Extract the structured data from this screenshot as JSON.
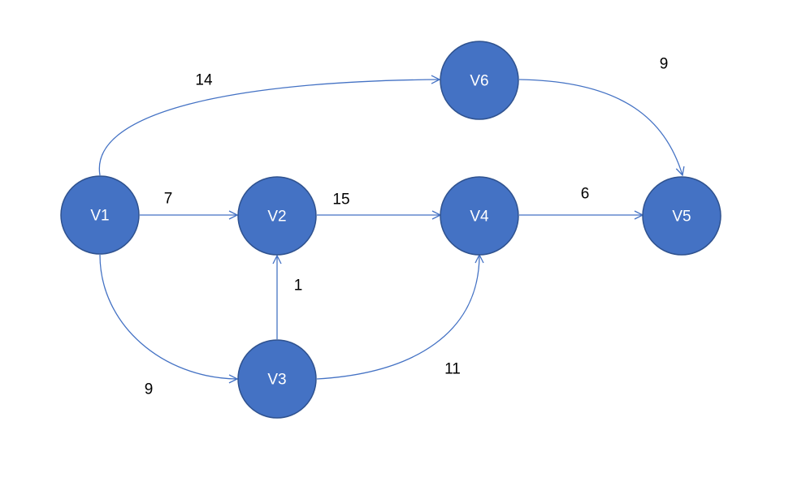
{
  "nodes": [
    {
      "id": "v1",
      "label": "V1",
      "color": "#4472C4"
    },
    {
      "id": "v2",
      "label": "V2",
      "color": "#4472C4"
    },
    {
      "id": "v3",
      "label": "V3",
      "color": "#4472C4"
    },
    {
      "id": "v4",
      "label": "V4",
      "color": "#4472C4"
    },
    {
      "id": "v5",
      "label": "V5",
      "color": "#4472C4"
    },
    {
      "id": "v6",
      "label": "V6",
      "color": "#4472C4"
    }
  ],
  "edges": [
    {
      "id": "v1-v6",
      "from": "V1",
      "to": "V6",
      "weight": "14"
    },
    {
      "id": "v1-v2",
      "from": "V1",
      "to": "V2",
      "weight": "7"
    },
    {
      "id": "v1-v3",
      "from": "V1",
      "to": "V3",
      "weight": "9"
    },
    {
      "id": "v2-v4",
      "from": "V2",
      "to": "V4",
      "weight": "15"
    },
    {
      "id": "v3-v2",
      "from": "V3",
      "to": "V2",
      "weight": "1"
    },
    {
      "id": "v3-v4",
      "from": "V3",
      "to": "V4",
      "weight": "11"
    },
    {
      "id": "v4-v5",
      "from": "V4",
      "to": "V5",
      "weight": "6"
    },
    {
      "id": "v6-v5",
      "from": "V6",
      "to": "V5",
      "weight": "9"
    }
  ],
  "colors": {
    "node_fill": "#4472C4",
    "edge": "#4472C4",
    "label_text": "#000000",
    "node_text": "#ffffff"
  }
}
